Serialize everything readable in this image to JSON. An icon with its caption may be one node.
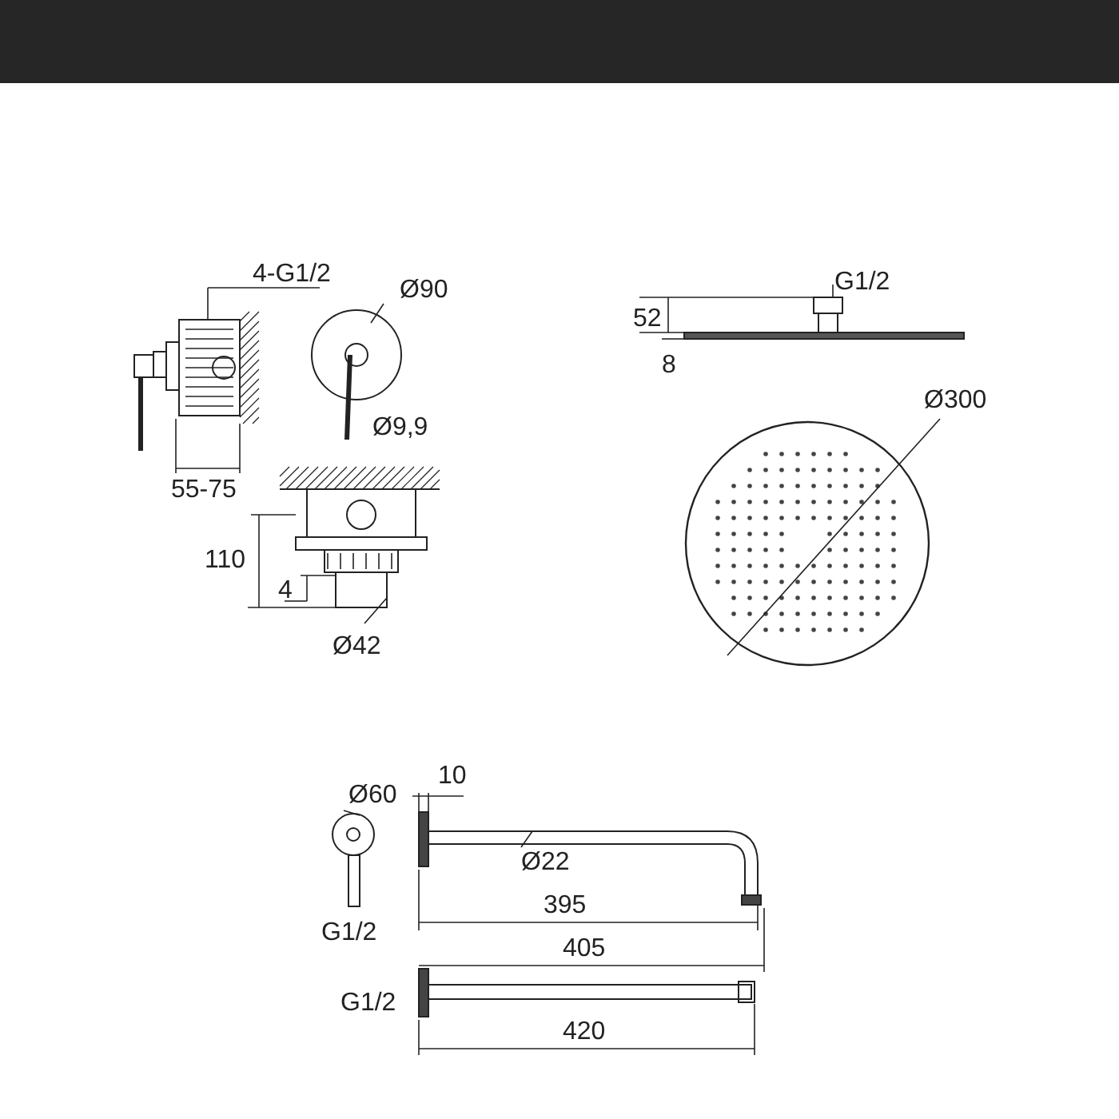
{
  "diagram": {
    "labels": [
      "4-G1/2",
      "Ø90",
      "Ø9,9",
      "55-75",
      "110",
      "4",
      "Ø42",
      "G1/2",
      "52",
      "8",
      "Ø300",
      "Ø60",
      "10",
      "Ø22",
      "G1/2",
      "395",
      "405",
      "G1/2",
      "420"
    ]
  }
}
